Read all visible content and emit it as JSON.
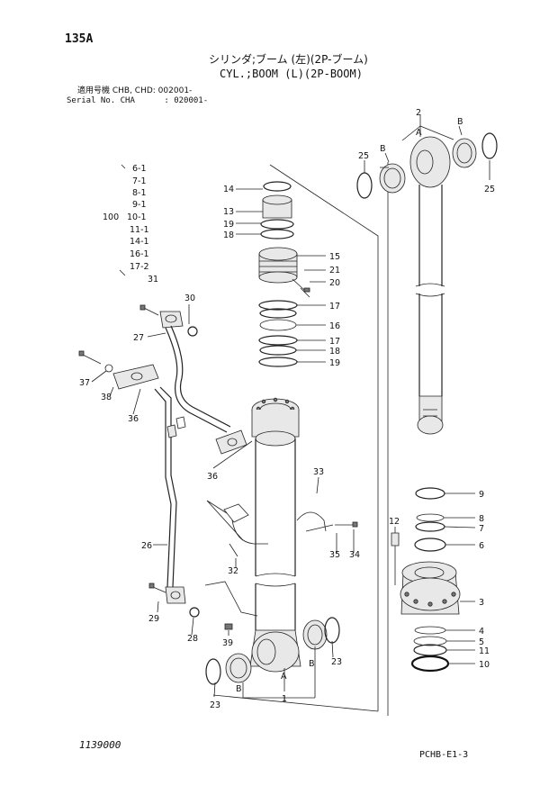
{
  "header": {
    "page_code": "135A",
    "title_jp": "シリンダ;ブーム (左)(2P-ブーム)",
    "title_en": "CYL.;BOOM (L)(2P-BOOM)",
    "serial_lines": [
      "適用号機 CHB, CHD: 002001-",
      "Serial No. CHA      : 020001-"
    ]
  },
  "kit_list": {
    "items": [
      "6-1",
      "7-1",
      "8-1",
      "9-1",
      "10-1",
      "11-1",
      "14-1",
      "16-1",
      "17-2",
      "31"
    ],
    "kit_number": "100"
  },
  "callouts": {
    "c1": "1",
    "c2": "2",
    "c3": "3",
    "c4": "4",
    "c5": "5",
    "c6": "6",
    "c7": "7",
    "c8": "8",
    "c9": "9",
    "c10": "10",
    "c11": "11",
    "c12": "12",
    "c13": "13",
    "c14": "14",
    "c15": "15",
    "c16": "16",
    "c17a": "17",
    "c17b": "17",
    "c18a": "18",
    "c18b": "18",
    "c19a": "19",
    "c19b": "19",
    "c20": "20",
    "c21": "21",
    "c23a": "23",
    "c23b": "23",
    "c25a": "25",
    "c25b": "25",
    "c26": "26",
    "c27": "27",
    "c28": "28",
    "c29": "29",
    "c30": "30",
    "c32": "32",
    "c33": "33",
    "c34": "34",
    "c35": "35",
    "c36a": "36",
    "c36b": "36",
    "c37": "37",
    "c38": "38",
    "c39": "39",
    "letterA1": "A",
    "letterA2": "A",
    "letterB1": "B",
    "letterB2": "B",
    "letterB3": "B",
    "letterB4": "B"
  },
  "footer": {
    "drawing_no": "1139000",
    "page_ref": "PCHB-E1-3"
  }
}
